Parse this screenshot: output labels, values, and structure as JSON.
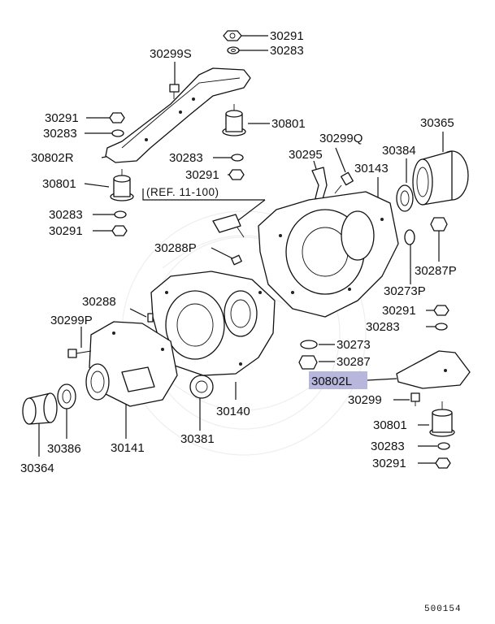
{
  "diagram": {
    "highlight_color": "#b7b6dd",
    "ref_note": "(REF. 11-100)",
    "figure_code": "500154",
    "parts": [
      {
        "id": "p1",
        "number": "30291"
      },
      {
        "id": "p2",
        "number": "30283"
      },
      {
        "id": "p3",
        "number": "30299S"
      },
      {
        "id": "p4",
        "number": "30291"
      },
      {
        "id": "p5",
        "number": "30283"
      },
      {
        "id": "p6",
        "number": "30801"
      },
      {
        "id": "p7",
        "number": "30802R"
      },
      {
        "id": "p8",
        "number": "30283"
      },
      {
        "id": "p9",
        "number": "30291"
      },
      {
        "id": "p10",
        "number": "30801"
      },
      {
        "id": "p11",
        "number": "30283"
      },
      {
        "id": "p12",
        "number": "30291"
      },
      {
        "id": "p13",
        "number": "30299Q"
      },
      {
        "id": "p14",
        "number": "30295"
      },
      {
        "id": "p15",
        "number": "30365"
      },
      {
        "id": "p16",
        "number": "30384"
      },
      {
        "id": "p17",
        "number": "30143"
      },
      {
        "id": "p18",
        "number": "30288P"
      },
      {
        "id": "p19",
        "number": "30287P"
      },
      {
        "id": "p20",
        "number": "30273P"
      },
      {
        "id": "p21",
        "number": "30288"
      },
      {
        "id": "p22",
        "number": "30291"
      },
      {
        "id": "p23",
        "number": "30283"
      },
      {
        "id": "p24",
        "number": "30299P"
      },
      {
        "id": "p25",
        "number": "30273"
      },
      {
        "id": "p26",
        "number": "30287"
      },
      {
        "id": "p27",
        "number": "30802L"
      },
      {
        "id": "p28",
        "number": "30299"
      },
      {
        "id": "p29",
        "number": "30140"
      },
      {
        "id": "p30",
        "number": "30801"
      },
      {
        "id": "p31",
        "number": "30386"
      },
      {
        "id": "p32",
        "number": "30141"
      },
      {
        "id": "p33",
        "number": "30381"
      },
      {
        "id": "p34",
        "number": "30283"
      },
      {
        "id": "p35",
        "number": "30364"
      },
      {
        "id": "p36",
        "number": "30291"
      }
    ]
  }
}
